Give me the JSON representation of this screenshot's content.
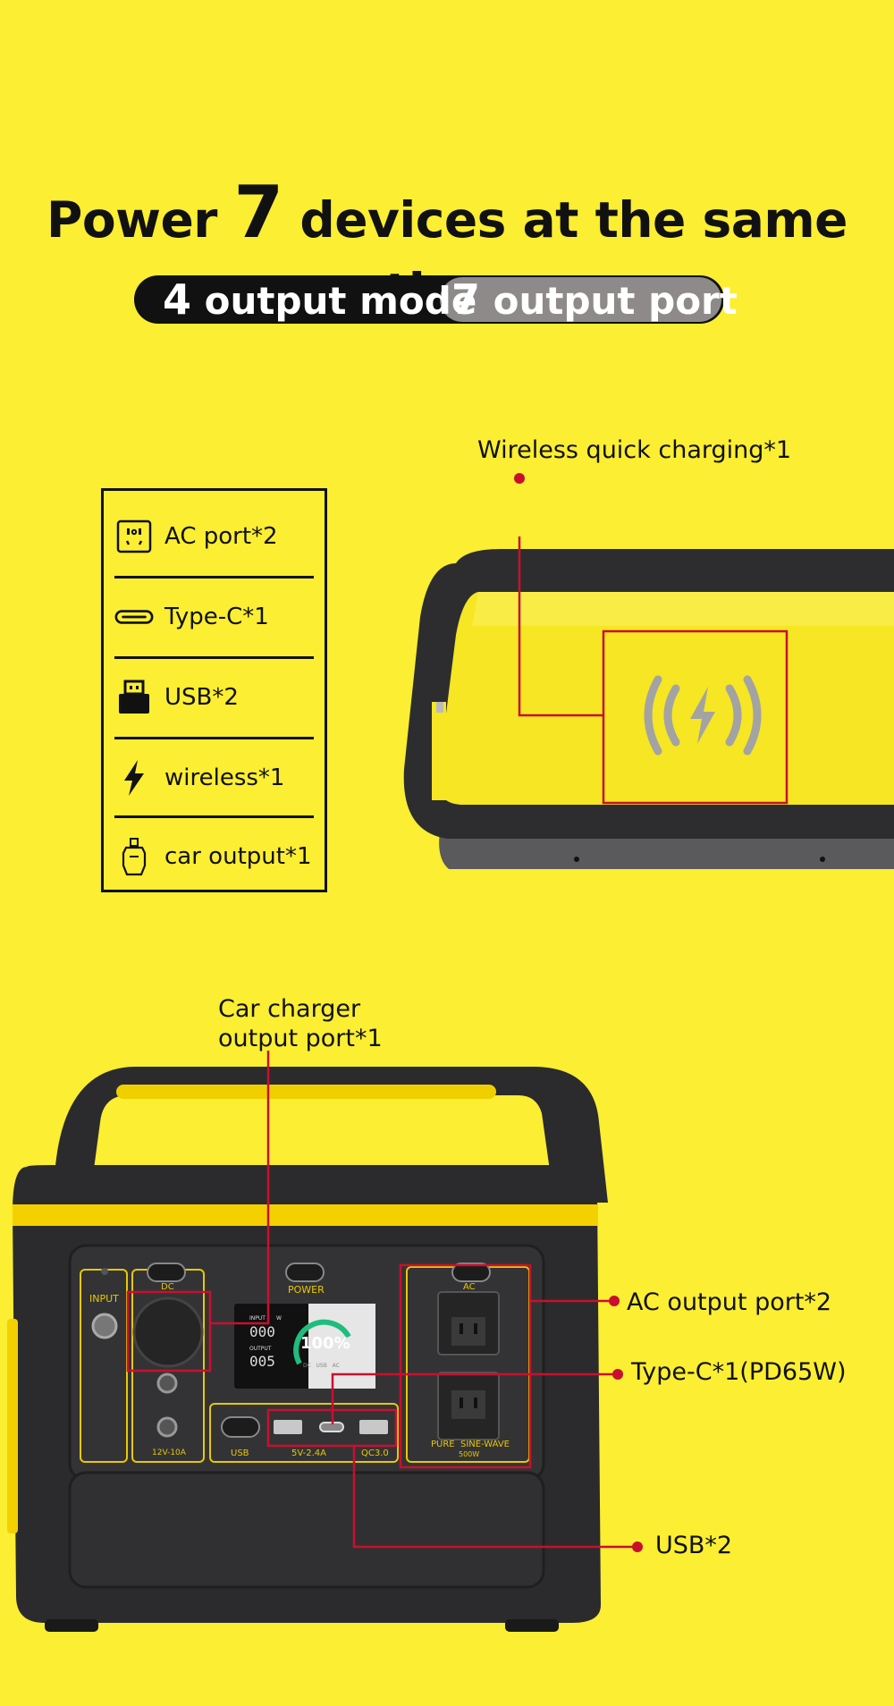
{
  "headline": {
    "pre": "Power ",
    "number": "7",
    "post": " devices at the same time"
  },
  "pill": {
    "left_num": "4",
    "left_text": " output  mode",
    "right_num": "7",
    "right_text": " output port"
  },
  "legend": [
    {
      "icon": "ac-outlet-icon",
      "label": "AC port*2"
    },
    {
      "icon": "type-c-icon",
      "label": "Type-C*1"
    },
    {
      "icon": "usb-icon",
      "label": "USB*2"
    },
    {
      "icon": "lightning-icon",
      "label": "wireless*1"
    },
    {
      "icon": "car-charger-icon",
      "label": "car output*1"
    }
  ],
  "callouts": {
    "wireless": "Wireless quick charging*1",
    "car_line1": "Car charger",
    "car_line2": "output port*1",
    "ac": "AC output port*2",
    "typec": "Type-C*1(PD65W)",
    "usb": "USB*2"
  },
  "panel": {
    "input_label": "INPUT",
    "dc_label": "DC",
    "power_label": "POWER",
    "ac_label": "AC",
    "dc_rating": "12V-10A",
    "usb_label": "USB",
    "usb_rating": "5V-2.4A",
    "qc_label": "QC3.0",
    "sine_label": "PURE  SINE-WAVE",
    "watt_label": "500W",
    "display_input": "INPUT",
    "display_output": "OUTPUT",
    "display_w": "W",
    "display_in_value": "000",
    "display_out_value": "005",
    "display_percent": "100%",
    "display_modes": "DC   USB   AC"
  },
  "colors": {
    "background": "#fbee33",
    "callout_line": "#c8102e",
    "device_body": "#2b2b2d",
    "accent": "#f5d000"
  }
}
